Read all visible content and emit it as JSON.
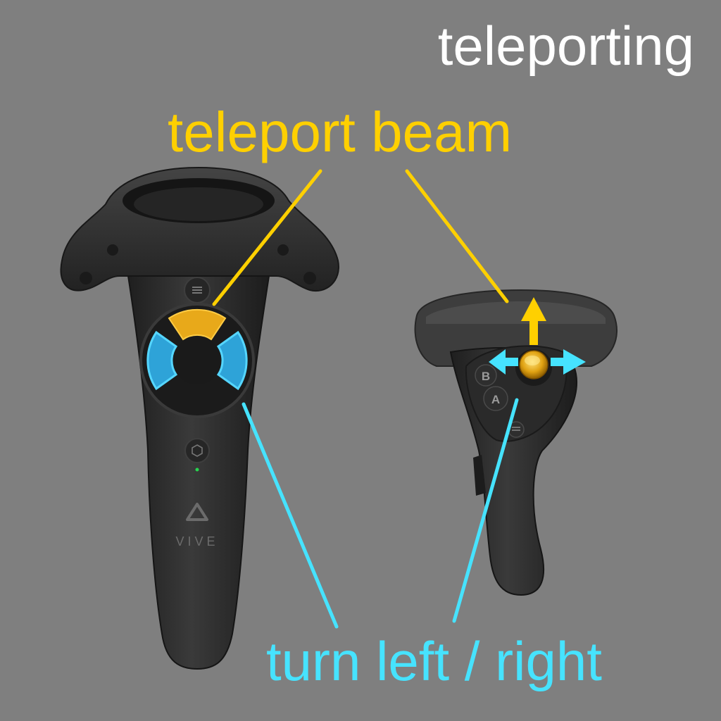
{
  "title": "teleporting",
  "labels": {
    "teleport_beam": "teleport beam",
    "turn": "turn left / right"
  },
  "controller_left": {
    "brand": "VIVE",
    "top_button_icon": "menu-icon",
    "system_button_icon": "system-icon"
  },
  "controller_right": {
    "button_b": "B",
    "button_a": "A",
    "menu_button_icon": "menu-icon"
  },
  "colors": {
    "background": "#7f7f7f",
    "title": "#ffffff",
    "teleport": "#ffd000",
    "turn": "#46e3ff",
    "controller_body": "#2b2b2b"
  }
}
